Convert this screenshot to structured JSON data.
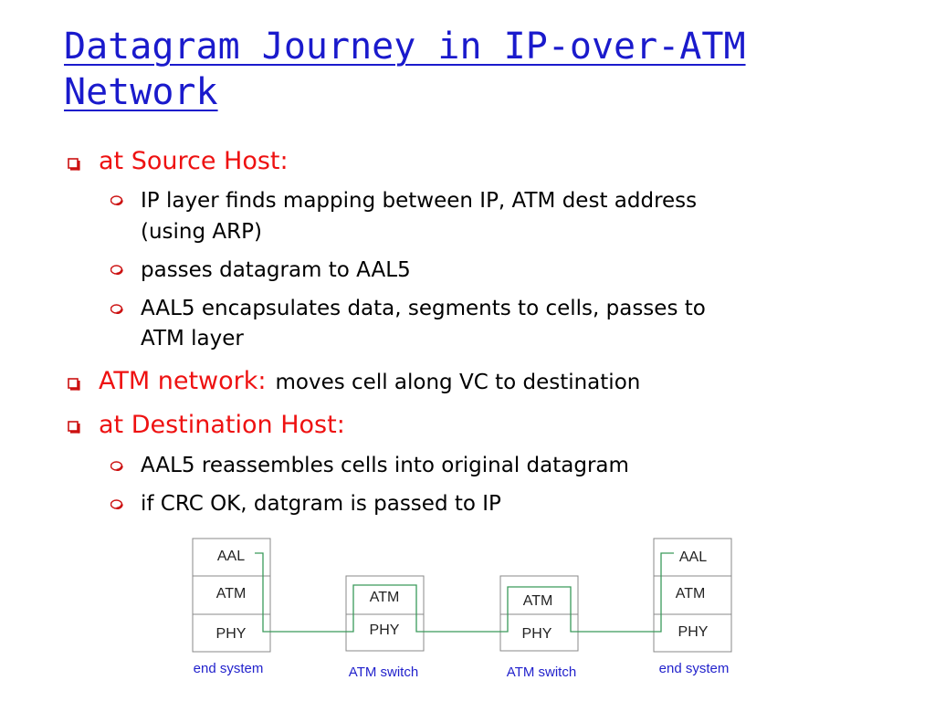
{
  "title": {
    "line1": "Datagram Journey in IP-over-ATM",
    "line2": "Network"
  },
  "bullets": {
    "source": {
      "heading": "at Source Host:",
      "items": [
        [
          "IP layer finds mapping between IP, ATM dest address",
          "(using ARP)"
        ],
        [
          "passes datagram to AAL5"
        ],
        [
          "AAL5 encapsulates data, segments to cells, passes to",
          "ATM layer"
        ]
      ]
    },
    "network": {
      "heading": "ATM network:",
      "detail": "moves cell along VC to destination"
    },
    "destination": {
      "heading": "at Destination Host:",
      "items": [
        [
          "AAL5  reassembles cells into original datagram"
        ],
        [
          "if CRC OK, datgram is passed to IP"
        ]
      ]
    }
  },
  "diagram": {
    "end_left": {
      "layers": [
        "AAL",
        "ATM",
        "PHY"
      ],
      "caption": "end system"
    },
    "switch1": {
      "layers": [
        "ATM",
        "PHY"
      ],
      "caption": "ATM switch"
    },
    "switch2": {
      "layers": [
        "ATM",
        "PHY"
      ],
      "caption": "ATM switch"
    },
    "end_right": {
      "layers": [
        "AAL",
        "ATM",
        "PHY"
      ],
      "caption": "end system"
    },
    "colors": {
      "link": "#3a9a5a",
      "caption": "#2222cc",
      "box": "#888888"
    }
  }
}
